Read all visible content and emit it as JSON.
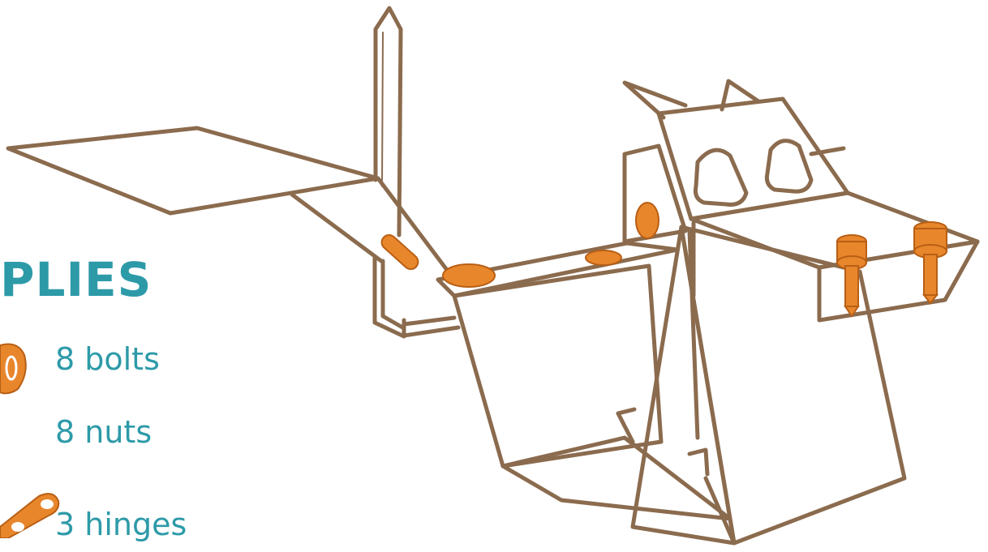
{
  "heading": "PLIES",
  "supplies": [
    {
      "label": "8 bolts",
      "icon": "bolt-icon"
    },
    {
      "label": "8 nuts",
      "icon": "nut-icon"
    },
    {
      "label": "3 hinges",
      "icon": "hinge-icon"
    }
  ],
  "colors": {
    "text": "#2d9aa8",
    "outline": "#8b6b4e",
    "hardware": "#e8862c"
  },
  "illustration": "cardboard-dog-icon"
}
